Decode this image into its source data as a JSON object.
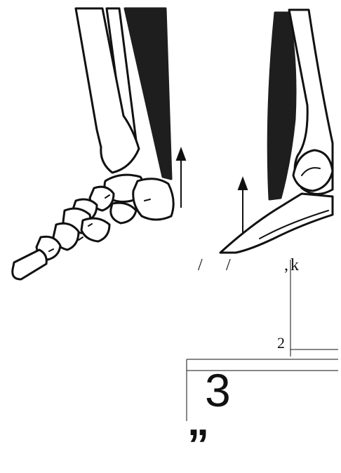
{
  "labels": {
    "slash_1": "/",
    "slash_2": "/",
    "comma": ",",
    "k": "k",
    "two": "2",
    "three": "3",
    "quote": "”"
  },
  "illustration": {
    "left_panel": "foot-skeleton-with-calf-muscle",
    "right_panel": "elbow-joint-with-biceps-muscle",
    "arrow_count": 2
  },
  "colors": {
    "ink": "#111111",
    "muscle": "#1e1e1e",
    "background": "#ffffff"
  }
}
